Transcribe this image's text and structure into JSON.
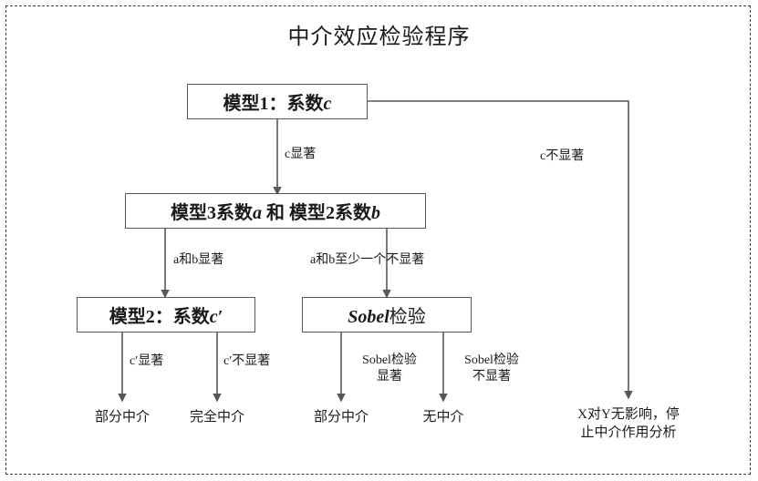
{
  "figure": {
    "title": "中介效应检验程序",
    "type": "flowchart"
  },
  "nodes": {
    "model1": {
      "label": "模型1：系数c",
      "prefix": "模型1：系数",
      "symbol": "c"
    },
    "coeff_ab": {
      "label": "模型3系数a 和 模型2系数b",
      "part1": "模型3系数",
      "sym1": "a",
      "mid": " 和 ",
      "part2": "模型2系数",
      "sym2": "b"
    },
    "model2": {
      "label": "模型2：系数c′",
      "prefix": "模型2：系数",
      "symbol": "c′"
    },
    "sobel": {
      "label": "Sobel检验",
      "symbol": "Sobel",
      "suffix": "检验"
    }
  },
  "edge_labels": {
    "c_significant": "c显著",
    "c_not_significant": "c不显著",
    "ab_significant": "a和b显著",
    "ab_at_least_one_not_significant": "a和b至少一个不显著",
    "cprime_significant": "c′显著",
    "cprime_not_significant": "c′不显著",
    "sobel_significant": "Sobel检验\n显著",
    "sobel_not_significant": "Sobel检验\n不显著"
  },
  "terminals": {
    "partial_mediation_left": "部分中介",
    "full_mediation": "完全中介",
    "partial_mediation_right": "部分中介",
    "no_mediation": "无中介",
    "no_effect": "X对Y无影响，停\n止中介作用分析"
  },
  "colors": {
    "ink": "#1a1a1a",
    "line": "#585858",
    "frame": "#3b3b3b",
    "background": "#ffffff"
  }
}
